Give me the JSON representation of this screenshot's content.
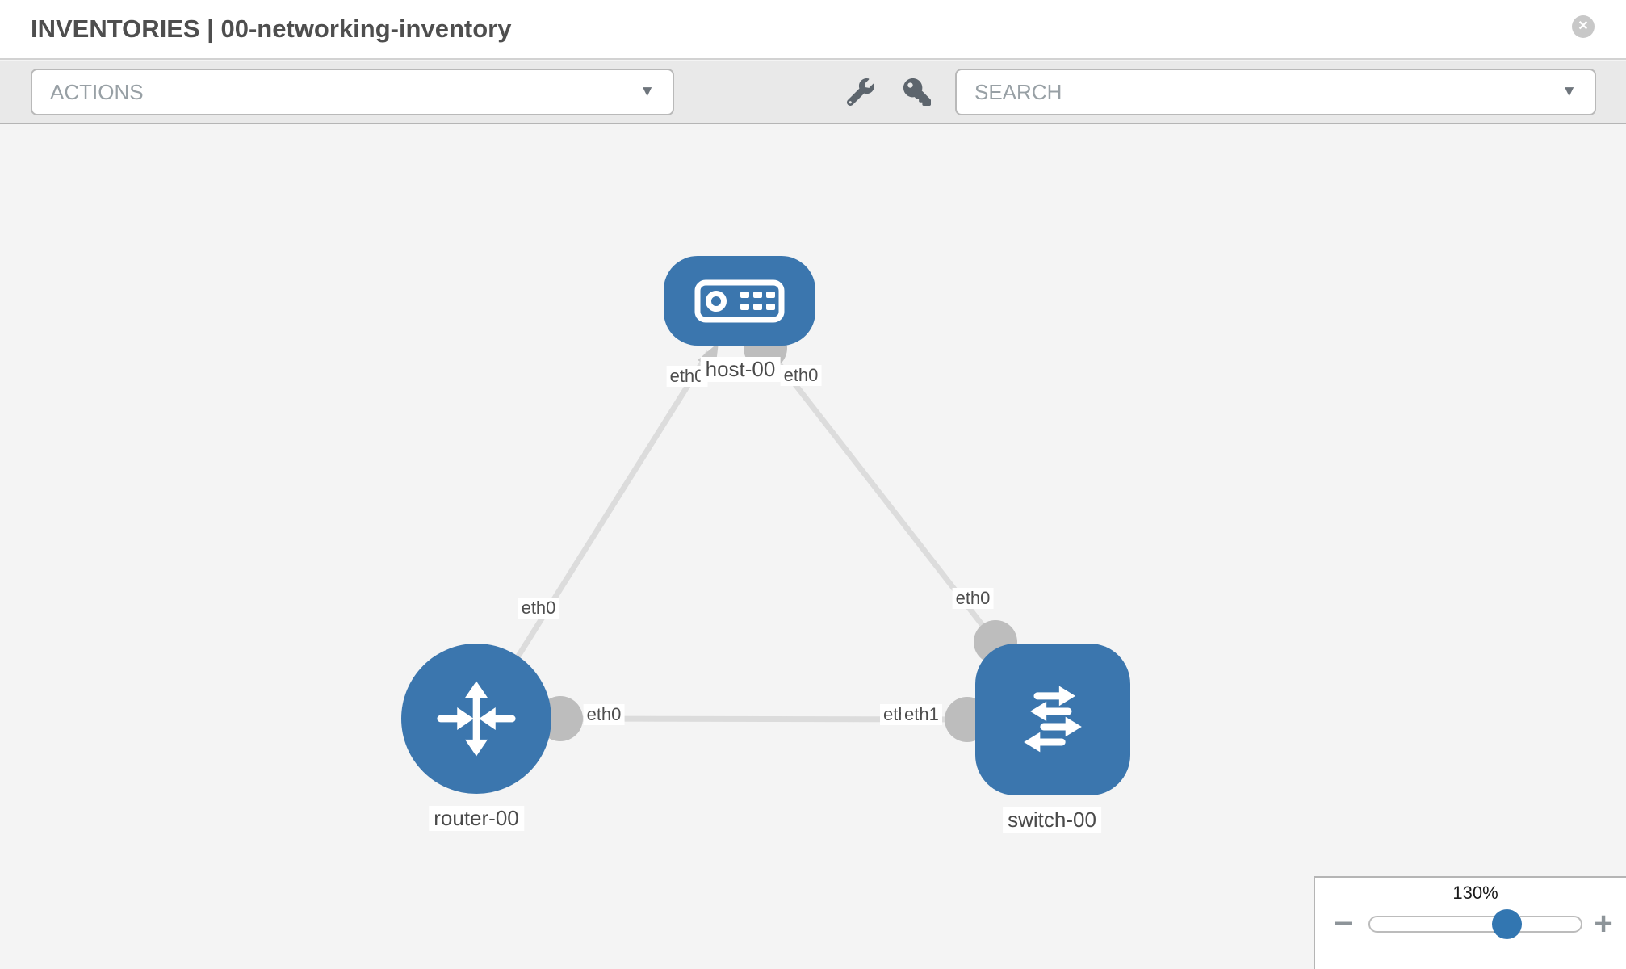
{
  "header": {
    "title": "INVENTORIES | 00-networking-inventory"
  },
  "toolbar": {
    "actions_label": "ACTIONS",
    "search_label": "SEARCH"
  },
  "graph": {
    "nodes": [
      {
        "label": "host-00",
        "type": "host"
      },
      {
        "label": "router-00",
        "type": "router"
      },
      {
        "label": "switch-00",
        "type": "switch"
      }
    ],
    "edges": [
      {
        "source": "host-00",
        "target": "router-00",
        "source_interface": "eth0",
        "target_interface": "eth0"
      },
      {
        "source": "host-00",
        "target": "switch-00",
        "source_interface": "eth0",
        "target_interface": "eth0"
      },
      {
        "source": "router-00",
        "target": "switch-00",
        "source_interface": "eth0",
        "target_interface": "eth1"
      }
    ],
    "overlapped_interface_label": "eth0"
  },
  "zoom_control": {
    "level": "130%"
  },
  "icons": {
    "close": "✕",
    "caret": "▼",
    "minus": "−",
    "plus": "+"
  },
  "colors": {
    "node_blue": "#3b76ae",
    "edge_gray": "#dcdcdc",
    "port_gray": "#bdbdbd",
    "toolbar_bg": "#e9e9e9",
    "canvas_bg": "#f4f4f4"
  }
}
